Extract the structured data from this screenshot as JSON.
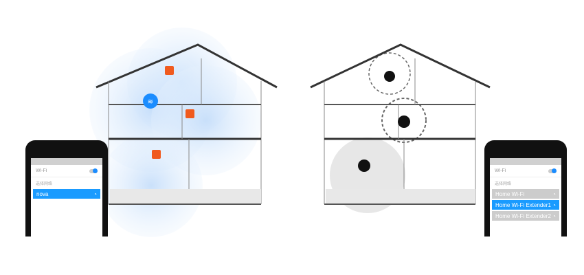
{
  "left_phone": {
    "wifi_label": "Wi-Fi",
    "section_label": "选择网络",
    "networks": [
      {
        "name": "nova",
        "active": true
      }
    ]
  },
  "right_phone": {
    "wifi_label": "Wi-Fi",
    "section_label": "选择网络",
    "networks": [
      {
        "name": "Home Wi-Fi",
        "active": false
      },
      {
        "name": "Home Wi-Fi Extender1",
        "active": true
      },
      {
        "name": "Home Wi-Fi Extender2",
        "active": false
      }
    ]
  },
  "colors": {
    "accent": "#1a9bff",
    "router_orange": "#f05a1e",
    "coverage": "#cfe4fb"
  },
  "icons": {
    "wifi": "wifi-icon",
    "router": "router-icon",
    "extender": "extender-icon"
  }
}
